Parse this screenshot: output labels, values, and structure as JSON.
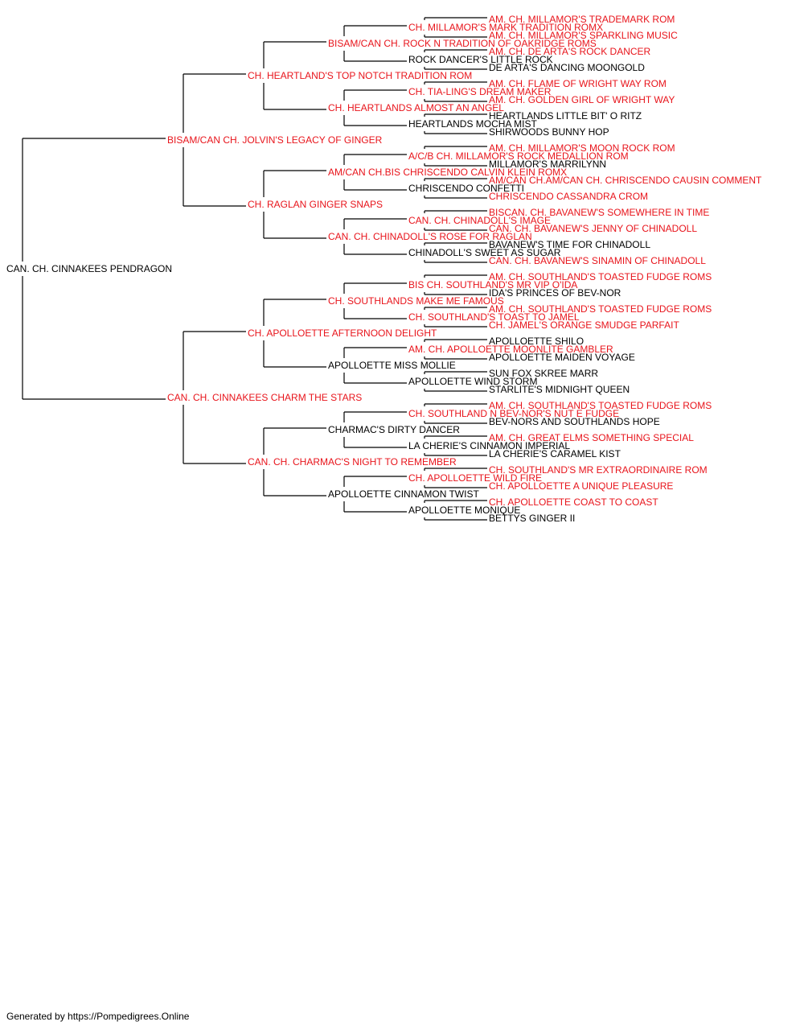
{
  "colors": {
    "champion": "#e8141b",
    "normal": "#000000",
    "line": "#000000"
  },
  "footer": "Generated by https://Pompedigrees.Online",
  "pedigree": {
    "name": "CAN. CH. CINNAKEES PENDRAGON",
    "champion": false,
    "sire": {
      "name": "BISAM/CAN CH. JOLVIN'S LEGACY OF GINGER",
      "champion": true,
      "sire": {
        "name": "CH. HEARTLAND'S TOP NOTCH TRADITION ROM",
        "champion": true,
        "sire": {
          "name": "BISAM/CAN CH. ROCK N TRADITION OF OAKRIDGE ROMS",
          "champion": true,
          "sire": {
            "name": "CH. MILLAMOR'S MARK TRADITION ROMX",
            "champion": true,
            "sire": {
              "name": "AM. CH. MILLAMOR'S TRADEMARK ROM",
              "champion": true
            },
            "dam": {
              "name": "AM. CH. MILLAMOR'S SPARKLING MUSIC",
              "champion": true
            }
          },
          "dam": {
            "name": "ROCK DANCER'S LITTLE ROCK",
            "champion": false,
            "sire": {
              "name": "AM. CH. DE ARTA'S ROCK DANCER",
              "champion": true
            },
            "dam": {
              "name": "DE ARTA'S DANCING MOONGOLD",
              "champion": false
            }
          }
        },
        "dam": {
          "name": "CH. HEARTLANDS ALMOST AN ANGEL",
          "champion": true,
          "sire": {
            "name": "CH. TIA-LING'S DREAM MAKER",
            "champion": true,
            "sire": {
              "name": "AM. CH. FLAME OF WRIGHT WAY ROM",
              "champion": true
            },
            "dam": {
              "name": "AM. CH. GOLDEN GIRL OF WRIGHT WAY",
              "champion": true
            }
          },
          "dam": {
            "name": "HEARTLANDS MOCHA MIST",
            "champion": false,
            "sire": {
              "name": "HEARTLANDS LITTLE BIT' O RITZ",
              "champion": false
            },
            "dam": {
              "name": "SHIRWOODS BUNNY HOP",
              "champion": false
            }
          }
        }
      },
      "dam": {
        "name": "CH. RAGLAN GINGER SNAPS",
        "champion": true,
        "sire": {
          "name": "AM/CAN CH.BIS CHRISCENDO CALVIN KLEIN ROMX",
          "champion": true,
          "sire": {
            "name": "A/C/B CH. MILLAMOR'S ROCK MEDALLION ROM",
            "champion": true,
            "sire": {
              "name": "AM. CH. MILLAMOR'S MOON ROCK ROM",
              "champion": true
            },
            "dam": {
              "name": "MILLAMOR'S MARRILYNN",
              "champion": false
            }
          },
          "dam": {
            "name": "CHRISCENDO CONFETTI",
            "champion": false,
            "sire": {
              "name": "AM/CAN CH.AM/CAN CH. CHRISCENDO CAUSIN COMMENT",
              "champion": true
            },
            "dam": {
              "name": "CHRISCENDO CASSANDRA CROM",
              "champion": true
            }
          }
        },
        "dam": {
          "name": "CAN. CH. CHINADOLL'S ROSE FOR RAGLAN",
          "champion": true,
          "sire": {
            "name": "CAN. CH. CHINADOLL'S IMAGE",
            "champion": true,
            "sire": {
              "name": "BISCAN. CH. BAVANEW'S SOMEWHERE IN TIME",
              "champion": true
            },
            "dam": {
              "name": "CAN. CH. BAVANEW'S JENNY OF CHINADOLL",
              "champion": true
            }
          },
          "dam": {
            "name": "CHINADOLL'S SWEET AS SUGAR",
            "champion": false,
            "sire": {
              "name": "BAVANEW'S TIME FOR CHINADOLL",
              "champion": false
            },
            "dam": {
              "name": "CAN. CH. BAVANEW'S SINAMIN OF CHINADOLL",
              "champion": true
            }
          }
        }
      }
    },
    "dam": {
      "name": "CAN. CH. CINNAKEES CHARM THE STARS",
      "champion": true,
      "sire": {
        "name": "CH. APOLLOETTE AFTERNOON DELIGHT",
        "champion": true,
        "sire": {
          "name": "CH. SOUTHLANDS MAKE ME FAMOUS",
          "champion": true,
          "sire": {
            "name": "BIS CH. SOUTHLAND'S MR VIP O'IDA",
            "champion": true,
            "sire": {
              "name": "AM. CH. SOUTHLAND'S TOASTED FUDGE ROMS",
              "champion": true
            },
            "dam": {
              "name": "IDA'S PRINCES OF BEV-NOR",
              "champion": false
            }
          },
          "dam": {
            "name": "CH. SOUTHLAND'S TOAST TO JAMEL",
            "champion": true,
            "sire": {
              "name": "AM. CH. SOUTHLAND'S TOASTED FUDGE ROMS",
              "champion": true
            },
            "dam": {
              "name": "CH. JAMEL'S ORANGE SMUDGE PARFAIT",
              "champion": true
            }
          }
        },
        "dam": {
          "name": "APOLLOETTE MISS MOLLIE",
          "champion": false,
          "sire": {
            "name": "AM. CH. APOLLOETTE MOONLITE GAMBLER",
            "champion": true,
            "sire": {
              "name": "APOLLOETTE SHILO",
              "champion": false
            },
            "dam": {
              "name": "APOLLOETTE MAIDEN VOYAGE",
              "champion": false
            }
          },
          "dam": {
            "name": "APOLLOETTE WIND STORM",
            "champion": false,
            "sire": {
              "name": "SUN FOX SKREE MARR",
              "champion": false
            },
            "dam": {
              "name": "STARLITE'S MIDNIGHT QUEEN",
              "champion": false
            }
          }
        }
      },
      "dam": {
        "name": "CAN. CH. CHARMAC'S NIGHT TO REMEMBER",
        "champion": true,
        "sire": {
          "name": "CHARMAC'S DIRTY DANCER",
          "champion": false,
          "sire": {
            "name": "CH. SOUTHLAND N BEV-NOR'S NUT E FUDGE",
            "champion": true,
            "sire": {
              "name": "AM. CH. SOUTHLAND'S TOASTED FUDGE ROMS",
              "champion": true
            },
            "dam": {
              "name": "BEV-NORS AND SOUTHLANDS HOPE",
              "champion": false
            }
          },
          "dam": {
            "name": "LA CHERIE'S CINNAMON IMPERIAL",
            "champion": false,
            "sire": {
              "name": "AM. CH. GREAT ELMS SOMETHING SPECIAL",
              "champion": true
            },
            "dam": {
              "name": "LA CHERIE'S CARAMEL KIST",
              "champion": false
            }
          }
        },
        "dam": {
          "name": "APOLLOETTE CINNAMON TWIST",
          "champion": false,
          "sire": {
            "name": "CH. APOLLOETTE WILD FIRE",
            "champion": true,
            "sire": {
              "name": "CH. SOUTHLAND'S MR EXTRAORDINAIRE ROM",
              "champion": true
            },
            "dam": {
              "name": "CH. APOLLOETTE A UNIQUE PLEASURE",
              "champion": true
            }
          },
          "dam": {
            "name": "APOLLOETTE MONIQUE",
            "champion": false,
            "sire": {
              "name": "CH. APOLLOETTE COAST TO COAST",
              "champion": true
            },
            "dam": {
              "name": "BETTYS GINGER II",
              "champion": false
            }
          }
        }
      }
    }
  }
}
